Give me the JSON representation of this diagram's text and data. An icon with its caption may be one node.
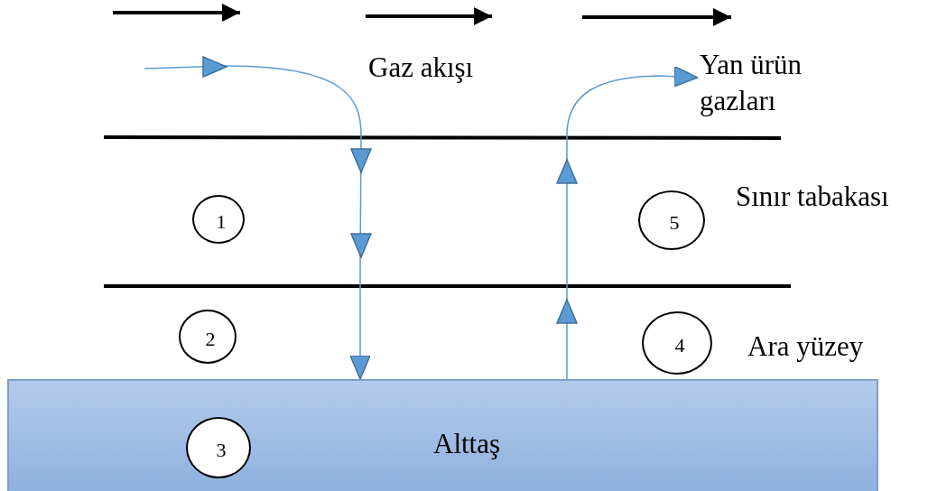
{
  "diagram": {
    "nodes": [
      {
        "text": [
          "Yan ürün gazları"
        ]
      },
      {
        "text": [
          "1"
        ]
      },
      {
        "text": [
          "5"
        ]
      },
      {
        "text": [
          "2"
        ]
      },
      {
        "text": [
          "4"
        ]
      },
      {
        "text": [
          "Alttaş"
        ]
      },
      {
        "text": [
          "3"
        ],
        "in": 5
      }
    ],
    "edges": [
      {
        "from": null,
        "to": 5,
        "arrow": "to"
      },
      {
        "from": 5,
        "to": 0,
        "arrow": "to"
      }
    ],
    "labels": [
      "Gaz akışı",
      "Sınır tabakası",
      "Ara yüzey"
    ]
  }
}
